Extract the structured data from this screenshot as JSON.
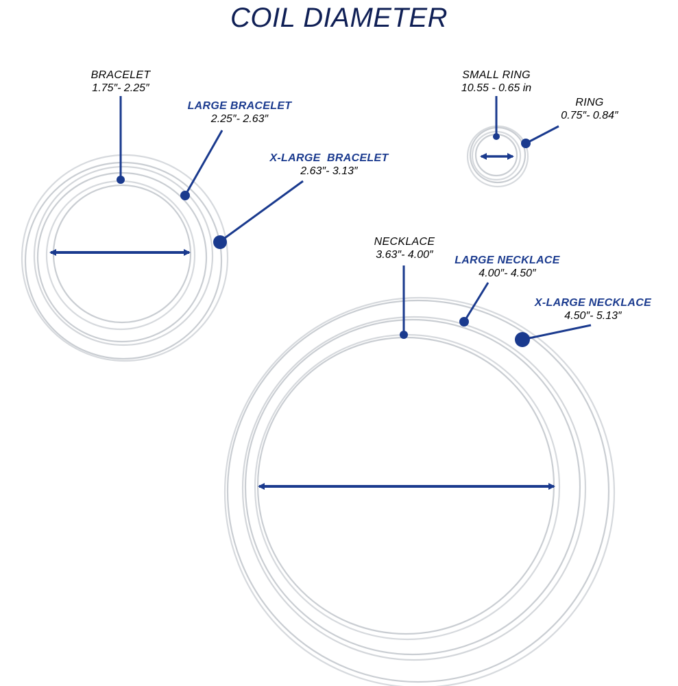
{
  "title": "COIL DIAMETER",
  "colors": {
    "accent": "#1a3a8e",
    "title": "#0f1f55",
    "ring": "#c9cdd2",
    "text": "#111111"
  },
  "sizes": {
    "bracelet": {
      "name": "BRACELET",
      "range": "1.75″- 2.25″"
    },
    "large_bracelet": {
      "name": "LARGE BRACELET",
      "range": "2.25″- 2.63″"
    },
    "xlarge_bracelet": {
      "name": "X-LARGE  BRACELET",
      "range": "2.63″- 3.13″"
    },
    "small_ring": {
      "name": "SMALL RING",
      "range": "10.55 - 0.65 in"
    },
    "ring": {
      "name": "RING",
      "range": "0.75″- 0.84″"
    },
    "necklace": {
      "name": "NECKLACE",
      "range": "3.63″- 4.00″"
    },
    "large_necklace": {
      "name": "LARGE NECKLACE",
      "range": "4.00″- 4.50″"
    },
    "xlarge_necklace": {
      "name": "X-LARGE NECKLACE",
      "range": "4.50″- 5.13″"
    }
  }
}
